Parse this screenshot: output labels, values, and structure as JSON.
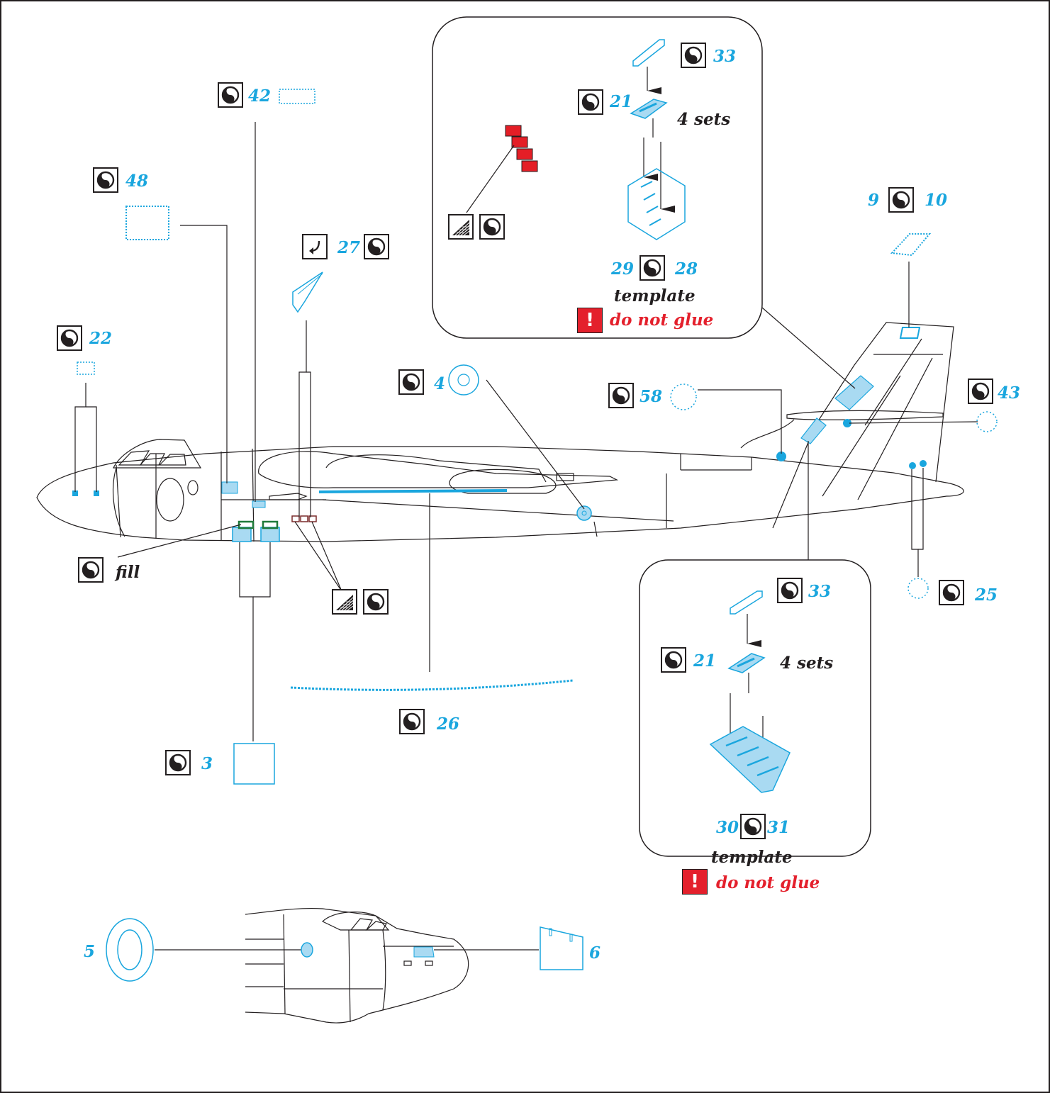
{
  "colors": {
    "part_blue": "#1aa6de",
    "part_fill": "#a9daf2",
    "warning_red": "#e4202c",
    "line": "#231f20",
    "resin_red": "#e41e26",
    "bracket_green": "#1f7a3a"
  },
  "icons": {
    "photo_etch": "yin-yang-icon",
    "bend": "bend-arrow-icon",
    "resin": "resin-hatch-icon",
    "warning": "exclamation-icon"
  },
  "callouts": {
    "p42": "42",
    "p48": "48",
    "p22": "22",
    "p27": "27",
    "p4": "4",
    "p58": "58",
    "p43": "43",
    "p9": "9",
    "p10": "10",
    "p25": "25",
    "p26": "26",
    "p3": "3",
    "p5": "5",
    "p6": "6",
    "fill": "fill"
  },
  "inset_top": {
    "p33": "33",
    "p21": "21",
    "sets": "4 sets",
    "p29": "29",
    "p28": "28",
    "template": "template",
    "exclaim": "!",
    "do_not_glue": "do not glue"
  },
  "inset_bottom": {
    "p33": "33",
    "p21": "21",
    "sets": "4 sets",
    "p30": "30",
    "p31": "31",
    "template": "template",
    "exclaim": "!",
    "do_not_glue": "do not glue"
  }
}
